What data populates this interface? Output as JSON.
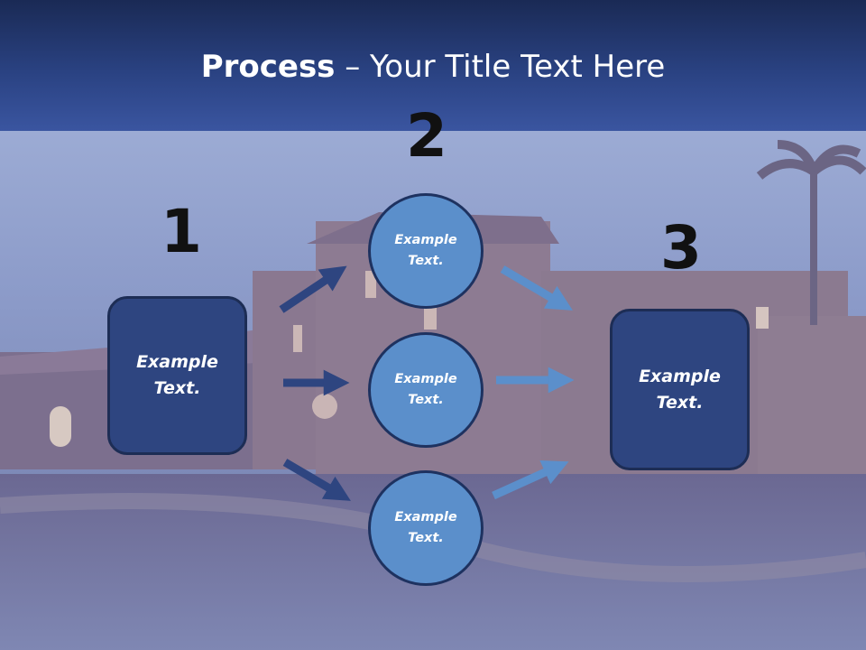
{
  "title": {
    "bold": "Process",
    "rest": " – Your Title Text Here"
  },
  "steps": {
    "one": "1",
    "two": "2",
    "three": "3"
  },
  "left_box": "Example\nText.",
  "right_box": "Example\nText.",
  "circles": [
    "Example\nText.",
    "Example\nText.",
    "Example\nText."
  ],
  "colors": {
    "dark_blue": "#2e4580",
    "light_blue": "#5b8fcb",
    "title_bar": "#2a4282"
  }
}
